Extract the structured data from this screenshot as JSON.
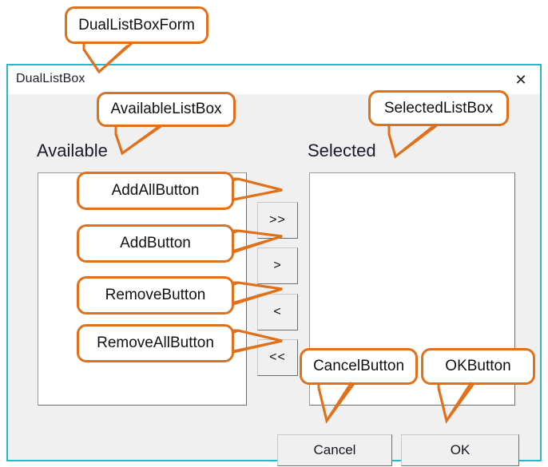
{
  "window": {
    "title": "DualListBox",
    "close_label": "✕",
    "border_color": "#29b6c8",
    "client_bg": "#f0f0f0"
  },
  "form": {
    "labels": {
      "available": "Available",
      "selected": "Selected"
    },
    "listboxes": [
      {
        "name": "AvailableListBox",
        "items": []
      },
      {
        "name": "SelectedListBox",
        "items": []
      }
    ],
    "transfer_buttons": [
      {
        "id": "add-all",
        "label": ">>"
      },
      {
        "id": "add",
        "label": ">"
      },
      {
        "id": "remove",
        "label": "<"
      },
      {
        "id": "remove-all",
        "label": "<<"
      }
    ],
    "dialog_buttons": [
      {
        "id": "cancel",
        "label": "Cancel"
      },
      {
        "id": "ok",
        "label": "OK"
      }
    ]
  },
  "annotations": {
    "accent_color": "#e1701a",
    "callouts": [
      {
        "id": "form",
        "label": "DualListBoxForm"
      },
      {
        "id": "availablelist",
        "label": "AvailableListBox"
      },
      {
        "id": "selectedlist",
        "label": "SelectedListBox"
      },
      {
        "id": "addall",
        "label": "AddAllButton"
      },
      {
        "id": "add",
        "label": "AddButton"
      },
      {
        "id": "remove",
        "label": "RemoveButton"
      },
      {
        "id": "removeall",
        "label": "RemoveAllButton"
      },
      {
        "id": "cancel",
        "label": "CancelButton"
      },
      {
        "id": "ok",
        "label": "OKButton"
      }
    ]
  }
}
